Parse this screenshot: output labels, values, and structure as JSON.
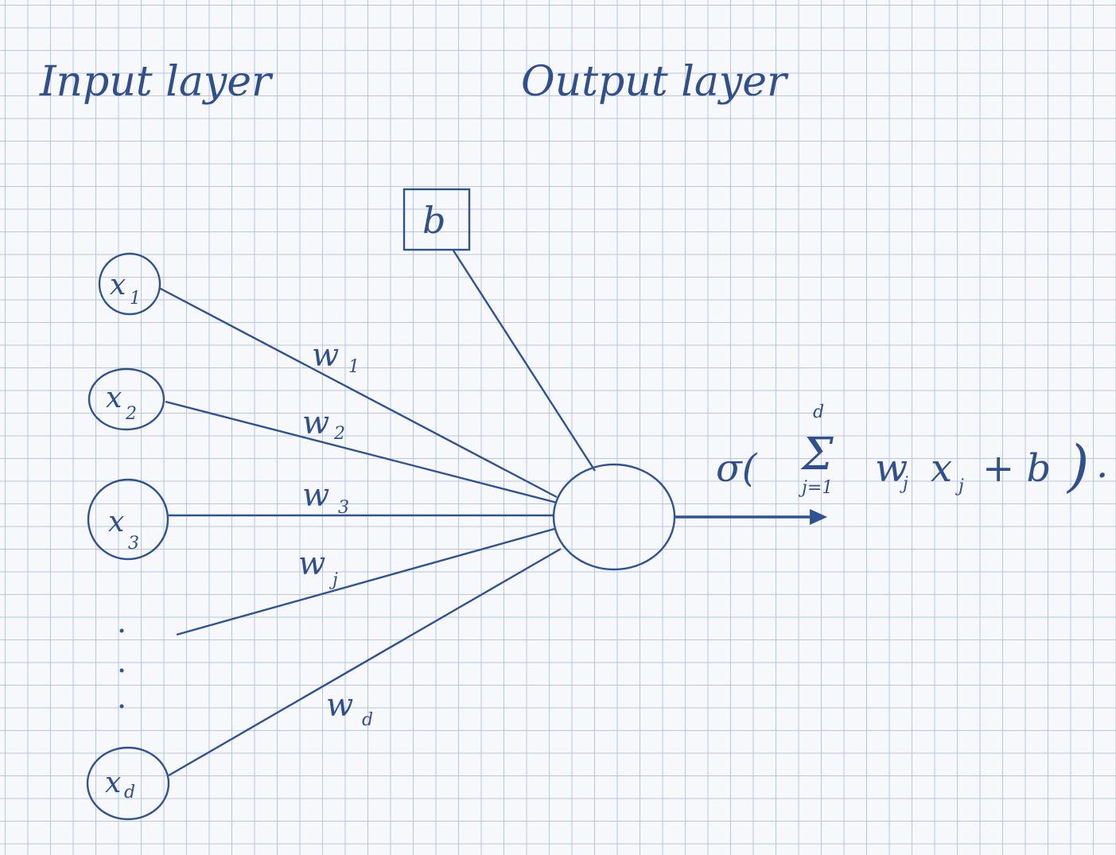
{
  "labels": {
    "input_layer": "Input layer",
    "output_layer": "Output layer"
  },
  "bias": "b",
  "inputs": [
    {
      "var": "x",
      "sub": "1"
    },
    {
      "var": "x",
      "sub": "2"
    },
    {
      "var": "x",
      "sub": "3"
    },
    {
      "var": "x",
      "sub": "d"
    }
  ],
  "weights": [
    {
      "var": "w",
      "sub": "1"
    },
    {
      "var": "w",
      "sub": "2"
    },
    {
      "var": "w",
      "sub": "3"
    },
    {
      "var": "w",
      "sub": "j"
    },
    {
      "var": "w",
      "sub": "d"
    }
  ],
  "formula": {
    "sigma": "σ(",
    "sum": "Σ",
    "upper": "d",
    "lower": "j=1",
    "w": "w",
    "w_sub": "j",
    "x": "x",
    "x_sub": "j",
    "plus_b": "+ b",
    "close": ")",
    "period": "."
  },
  "colors": {
    "ink": "#2f5293",
    "grid": "#b8c6dc",
    "paper": "#f7f8fb"
  }
}
